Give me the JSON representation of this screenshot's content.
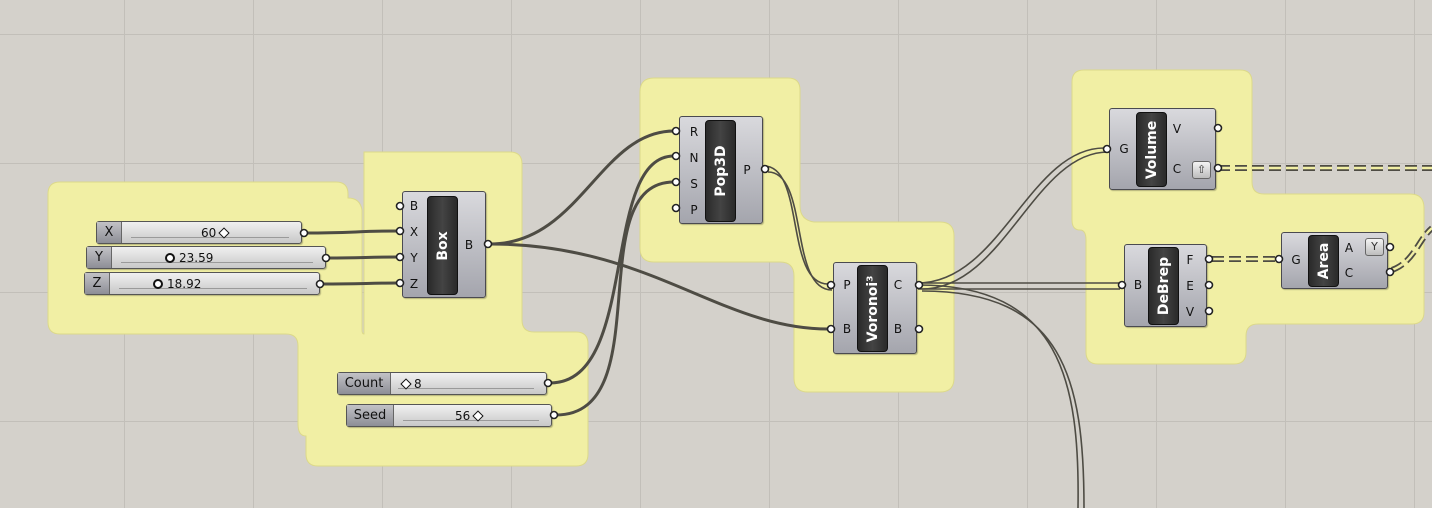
{
  "sliders": {
    "x": {
      "label": "X",
      "value": "60"
    },
    "y": {
      "label": "Y",
      "value": "23.59"
    },
    "z": {
      "label": "Z",
      "value": "18.92"
    },
    "count": {
      "label": "Count",
      "value": "8"
    },
    "seed": {
      "label": "Seed",
      "value": "56"
    }
  },
  "components": {
    "box": {
      "name": "Box",
      "inputs": [
        "B",
        "X",
        "Y",
        "Z"
      ],
      "outputs": [
        "B"
      ]
    },
    "pop3d": {
      "name": "Pop3D",
      "inputs": [
        "R",
        "N",
        "S",
        "P"
      ],
      "outputs": [
        "P"
      ]
    },
    "voronoi": {
      "name": "Voronoi³",
      "inputs": [
        "P",
        "B"
      ],
      "outputs": [
        "C",
        "B"
      ]
    },
    "volume": {
      "name": "Volume",
      "inputs": [
        "G"
      ],
      "outputs": [
        "V",
        "C"
      ],
      "badge_icon": "flatten-up-icon"
    },
    "debrep": {
      "name": "DeBrep",
      "inputs": [
        "B"
      ],
      "outputs": [
        "F",
        "E",
        "V"
      ]
    },
    "area": {
      "name": "Area",
      "inputs": [
        "G"
      ],
      "outputs": [
        "A",
        "C"
      ],
      "badge_icon": "graft-icon"
    }
  },
  "colors": {
    "canvas": "#d4d1cb",
    "group_fill": "#f1efa4",
    "wire": "#4e4c44",
    "component_body": "#b9b9bf",
    "component_core": "#333333"
  }
}
